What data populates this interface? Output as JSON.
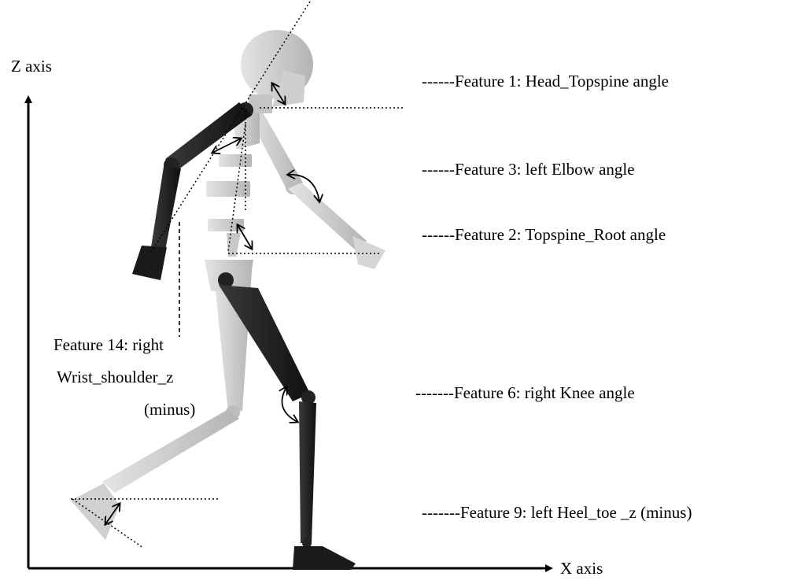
{
  "axes": {
    "z_label": "Z axis",
    "x_label": "X axis"
  },
  "features": {
    "f1": "------Feature 1: Head_Topspine angle",
    "f3": "------Feature 3: left Elbow angle",
    "f2": "------Feature 2: Topspine_Root angle",
    "f6": "-------Feature 6: right Knee angle",
    "f9": "-------Feature 9: left Heel_toe _z (minus)",
    "f14_line1": "Feature 14: right",
    "f14_line2": "Wrist_shoulder_z",
    "f14_line3": "(minus)"
  },
  "colors": {
    "dark_segment": "#1e1e1e",
    "light_segment": "#cfcfcf",
    "light_joint": "#b9b9b9",
    "line": "#000000"
  }
}
